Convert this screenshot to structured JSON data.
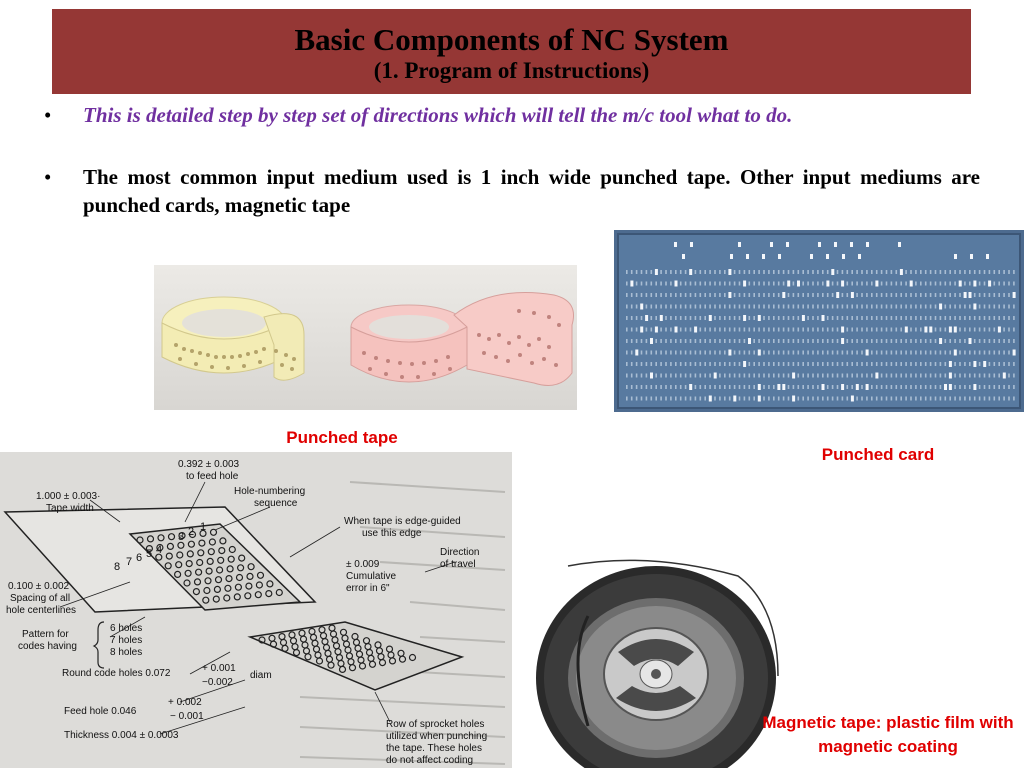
{
  "slide": {
    "title": "Basic Components of NC System",
    "subtitle": "(1. Program of Instructions)"
  },
  "bullets": [
    {
      "marker": "•",
      "text": "This is detailed step by step set of directions which will tell the m/c tool what to do."
    },
    {
      "marker": "•",
      "text": "The most common input medium used is 1 inch wide punched tape. Other input mediums are punched cards, magnetic tape"
    }
  ],
  "captions": {
    "punched_tape": "Punched tape",
    "punched_card": "Punched card",
    "magnetic_tape": "Magnetic tape: plastic film with magnetic coating"
  },
  "diagram": {
    "spec_feed_hole": "0.392 ± 0.003 to feed hole",
    "hole_numbering": "Hole-numbering sequence",
    "tape_width": "1.000 ± 0.003 Tape width",
    "edge_guided": "When tape is edge-guided use this edge",
    "direction": "Direction of travel",
    "cumulative": "± 0.009 Cumulative error in 6\"",
    "spacing": "0.100 ± 0.002 Spacing of all hole centerlines",
    "pattern": "Pattern for codes having",
    "six_holes": "6 holes",
    "seven_holes": "7 holes",
    "eight_holes": "8 holes",
    "round_code": "Round code holes 0.072 +0.001 −0.002 diam",
    "feed_hole": "Feed hole 0.046 +0.002 −0.001",
    "thickness": "Thickness 0.004 ± 0.0003",
    "sprocket": "Row of sprocket holes utilized when punching the tape. These holes do not affect coding",
    "seq_numbers": [
      "8",
      "7",
      "6",
      "5",
      "4",
      "3",
      "2",
      "1"
    ]
  }
}
